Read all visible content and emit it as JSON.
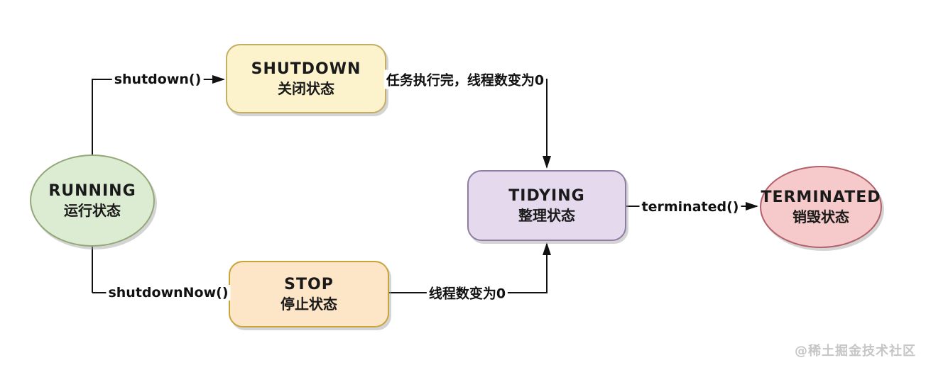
{
  "diagram": {
    "type": "state-diagram",
    "subject": "thread-pool-lifecycle",
    "line_color": "#111111",
    "nodes": [
      {
        "id": "running",
        "label": "RUNNING",
        "sublabel": "运行状态",
        "shape": "ellipse",
        "fill": "#dcecd2",
        "border": "#93a878"
      },
      {
        "id": "shutdown",
        "label": "SHUTDOWN",
        "sublabel": "关闭状态",
        "shape": "rounded-rect",
        "fill": "#fcf3cd",
        "border": "#c2ae66"
      },
      {
        "id": "stop",
        "label": "STOP",
        "sublabel": "停止状态",
        "shape": "rounded-rect",
        "fill": "#fde6c8",
        "border": "#c9a33c"
      },
      {
        "id": "tidying",
        "label": "TIDYING",
        "sublabel": "整理状态",
        "shape": "rounded-rect",
        "fill": "#e4d9ed",
        "border": "#8e7ca2"
      },
      {
        "id": "terminated",
        "label": "TERMINATED",
        "sublabel": "销毁状态",
        "shape": "ellipse",
        "fill": "#f6caca",
        "border": "#b2616b"
      }
    ],
    "edges": [
      {
        "from": "running",
        "to": "shutdown",
        "label": "shutdown()"
      },
      {
        "from": "running",
        "to": "stop",
        "label": "shutdownNow()"
      },
      {
        "from": "shutdown",
        "to": "tidying",
        "label": "任务执行完，线程数变为0"
      },
      {
        "from": "stop",
        "to": "tidying",
        "label": "线程数变为0"
      },
      {
        "from": "tidying",
        "to": "terminated",
        "label": "terminated()"
      }
    ]
  },
  "watermark": {
    "text": "@稀土掘金技术社区",
    "color": "#c6c6c6"
  }
}
